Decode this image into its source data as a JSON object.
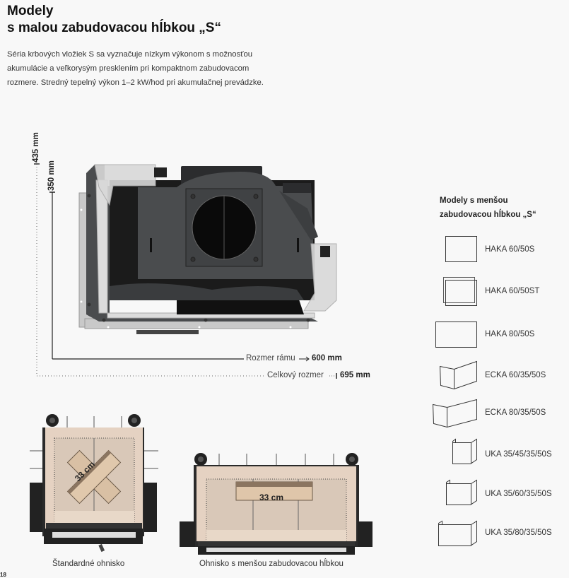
{
  "header": {
    "title_line1": "Modely",
    "title_line2": "s malou zabudovacou hĺbkou „S“"
  },
  "intro": {
    "line1": "Séria krbových vložiek S sa vyznačuje nízkym výkonom s možnosťou",
    "line2": "akumulácie a veľkorysým presklením pri kompaktnom zabudovacom",
    "line3": "rozmere. Stredný tepelný výkon 1–2 kW/hod pri akumulačnej prevádzke."
  },
  "diagram": {
    "height_total": "435 mm",
    "height_frame": "350 mm",
    "frame_label": "Rozmer rámu",
    "frame_value": "600 mm",
    "total_label": "Celkový rozmer",
    "total_value": "695 mm"
  },
  "sidebar": {
    "title_line1": "Modely s menšou",
    "title_line2": "zabudovacou hĺbkou „S“",
    "models": [
      {
        "label": "HAKA 60/50S",
        "icon": "single-rect-icon"
      },
      {
        "label": "HAKA 60/50ST",
        "icon": "double-rect-icon"
      },
      {
        "label": "HAKA 80/50S",
        "icon": "wide-rect-icon"
      },
      {
        "label": "ECKA 60/35/50S",
        "icon": "corner-icon"
      },
      {
        "label": "ECKA 80/35/50S",
        "icon": "wide-corner-icon"
      },
      {
        "label": "UKA 35/45/35/50S",
        "icon": "u-shape-icon"
      },
      {
        "label": "UKA 35/60/35/50S",
        "icon": "u-shape-medium-icon"
      },
      {
        "label": "UKA 35/80/35/50S",
        "icon": "u-shape-wide-icon"
      }
    ]
  },
  "firebox": {
    "standard_log": "33 cm",
    "standard_caption": "Štandardné ohnisko",
    "small_log": "33 cm",
    "small_caption": "Ohnisko s menšou zabudovacou hĺbkou"
  },
  "footer": {
    "page_number": "18"
  }
}
